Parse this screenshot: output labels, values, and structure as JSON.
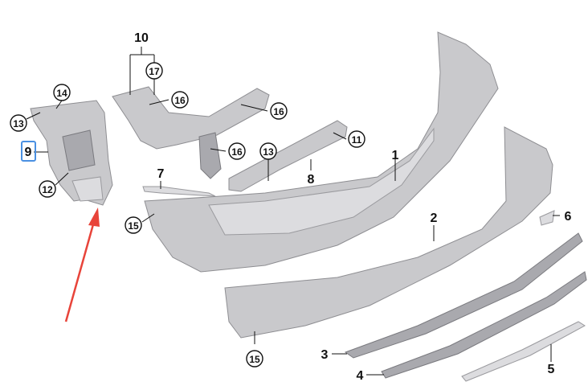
{
  "callouts": {
    "p1": "1",
    "p2": "2",
    "p3": "3",
    "p4": "4",
    "p5": "5",
    "p6": "6",
    "p7": "7",
    "p8": "8",
    "p9": "9",
    "p10": "10",
    "p11": "11",
    "p12": "12",
    "p13a": "13",
    "p13b": "13",
    "p14": "14",
    "p15a": "15",
    "p15b": "15",
    "p16a": "16",
    "p16b": "16",
    "p16c": "16",
    "p17": "17"
  },
  "colors": {
    "part_fill": "#c9c9cc",
    "highlight": "#4a90e2",
    "arrow": "#e8443a"
  }
}
